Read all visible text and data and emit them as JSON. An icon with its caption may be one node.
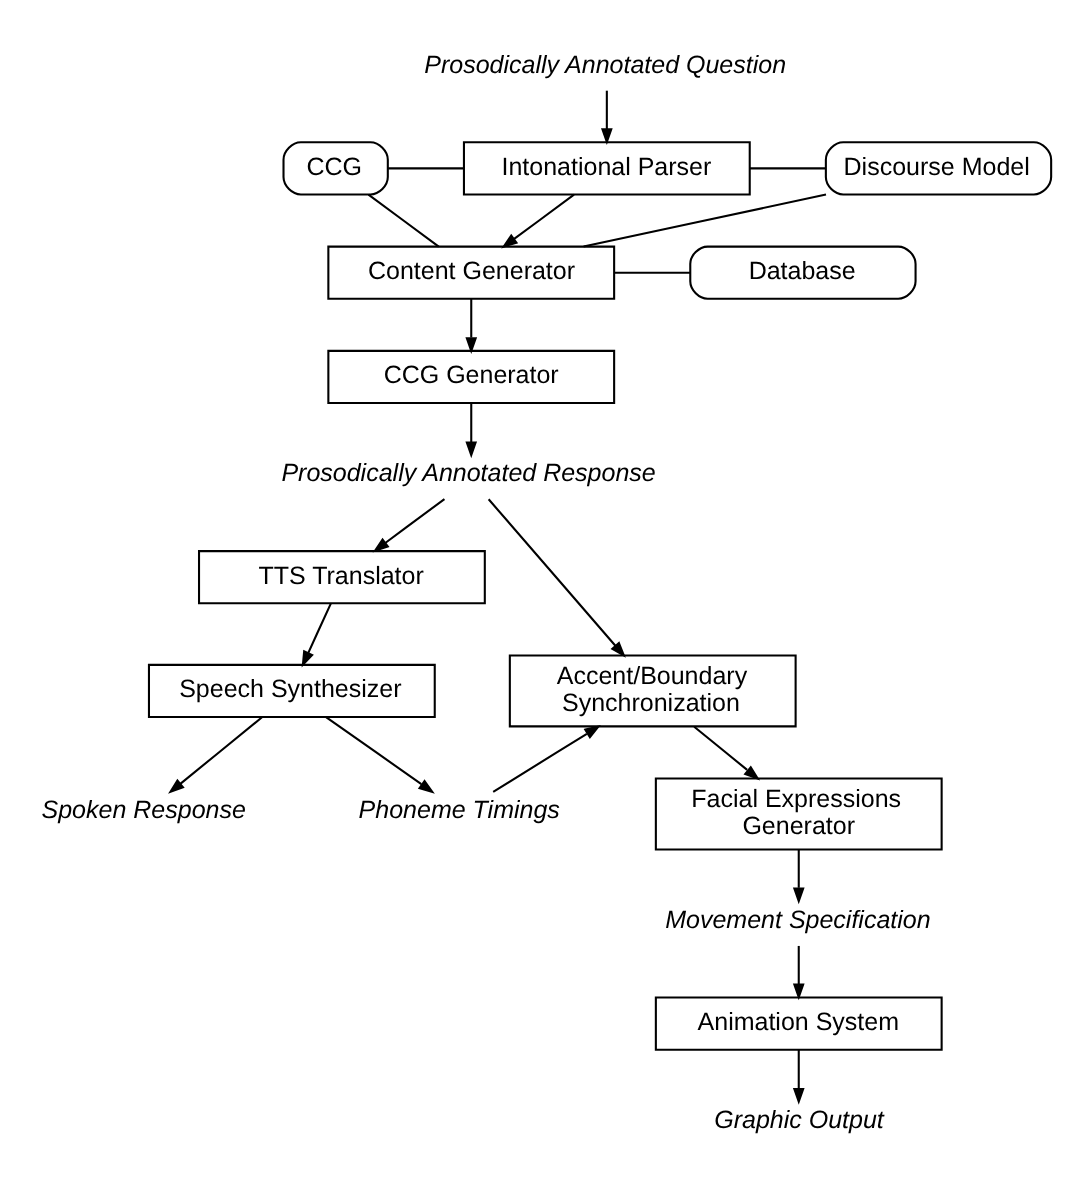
{
  "diagram": {
    "nodes": [
      {
        "text": [
          "Prosodically Annotated Question"
        ]
      },
      {
        "text": [
          "CCG"
        ]
      },
      {
        "text": [
          "Intonational Parser"
        ]
      },
      {
        "text": [
          "Discourse Model"
        ]
      },
      {
        "text": [
          "Content Generator"
        ]
      },
      {
        "text": [
          "Database"
        ]
      },
      {
        "text": [
          "CCG Generator"
        ]
      },
      {
        "text": [
          "Prosodically Annotated Response"
        ]
      },
      {
        "text": [
          "TTS Translator"
        ]
      },
      {
        "text": [
          "Accent/Boundary Synchronization"
        ]
      },
      {
        "text": [
          "Speech Synthesizer"
        ]
      },
      {
        "text": [
          "Phoneme Timings"
        ]
      },
      {
        "text": [
          "Facial Expressions Generator"
        ]
      },
      {
        "text": [
          "Movement Specification"
        ]
      },
      {
        "text": [
          "Animation System"
        ]
      },
      {
        "text": [
          "Spoken Response"
        ]
      },
      {
        "text": [
          "Graphic Output"
        ]
      }
    ],
    "edges": [
      {
        "from": 0,
        "to": 2,
        "arrow": "to"
      },
      {
        "from": 1,
        "to": 2,
        "arrow": "none"
      },
      {
        "from": 1,
        "to": 4,
        "arrow": "none"
      },
      {
        "from": 2,
        "to": 3,
        "arrow": "none"
      },
      {
        "from": 2,
        "to": 4,
        "arrow": "to"
      },
      {
        "from": 4,
        "to": 3,
        "arrow": "none"
      },
      {
        "from": 4,
        "to": 5,
        "arrow": "none"
      },
      {
        "from": 4,
        "to": 6,
        "arrow": "to"
      },
      {
        "from": 6,
        "to": 7,
        "arrow": "to"
      },
      {
        "from": 7,
        "to": 8,
        "arrow": "to"
      },
      {
        "from": 7,
        "to": 9,
        "arrow": "to"
      },
      {
        "from": 8,
        "to": 10,
        "arrow": "to"
      },
      {
        "from": 10,
        "to": 11,
        "arrow": "to"
      },
      {
        "from": 11,
        "to": 9,
        "arrow": "to"
      },
      {
        "from": 9,
        "to": 12,
        "arrow": "to"
      },
      {
        "from": 12,
        "to": 13,
        "arrow": "to"
      },
      {
        "from": 13,
        "to": 14,
        "arrow": "to"
      },
      {
        "from": 14,
        "to": 16,
        "arrow": "to"
      },
      {
        "from": 10,
        "to": 15,
        "arrow": "to"
      }
    ]
  }
}
